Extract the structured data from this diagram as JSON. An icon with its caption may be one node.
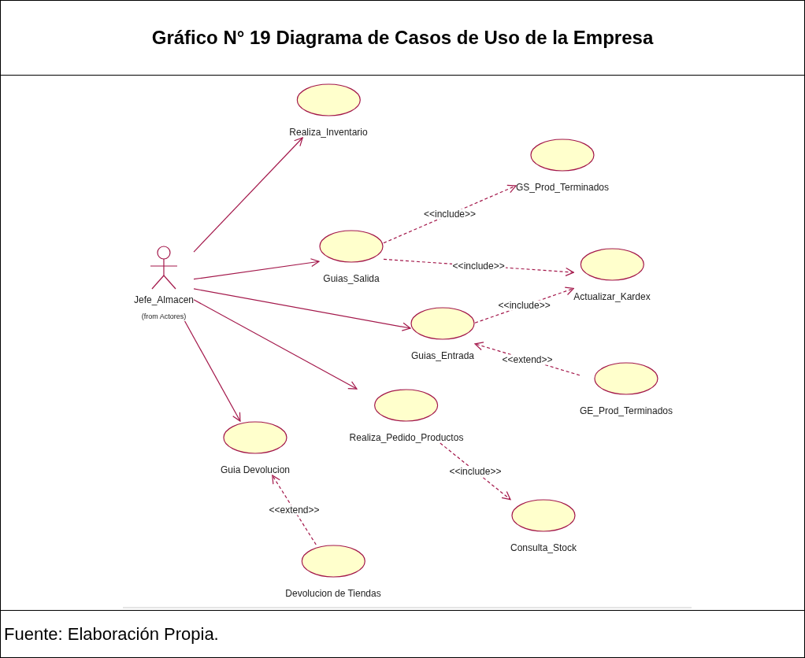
{
  "diagram": {
    "title": "Gráfico N° 19 Diagrama de Casos de Uso de la Empresa",
    "caption": "Fuente: Elaboración Propia.",
    "nodes": [
      {
        "text": [
          "Jefe_Almacen",
          "(from Actores)"
        ]
      },
      {
        "text": [
          "Realiza_Inventario"
        ]
      },
      {
        "text": [
          "GS_Prod_Terminados"
        ]
      },
      {
        "text": [
          "Guias_Salida"
        ]
      },
      {
        "text": [
          "Actualizar_Kardex"
        ]
      },
      {
        "text": [
          "Guias_Entrada"
        ]
      },
      {
        "text": [
          "GE_Prod_Terminados"
        ]
      },
      {
        "text": [
          "Realiza_Pedido_Productos"
        ]
      },
      {
        "text": [
          "Guia Devolucion"
        ]
      },
      {
        "text": [
          "Consulta_Stock"
        ]
      },
      {
        "text": [
          "Devolucion de Tiendas"
        ]
      }
    ],
    "edges": [
      {
        "from": 0,
        "to": 1,
        "arrow": "to"
      },
      {
        "from": 0,
        "to": 3,
        "arrow": "to"
      },
      {
        "from": 0,
        "to": 5,
        "arrow": "to"
      },
      {
        "from": 0,
        "to": 7,
        "arrow": "to"
      },
      {
        "from": 0,
        "to": 8,
        "arrow": "to"
      },
      {
        "from": 3,
        "to": 2,
        "arrow": "to",
        "label": "<<include>>",
        "style": "dashed"
      },
      {
        "from": 3,
        "to": 4,
        "arrow": "to",
        "label": "<<include>>",
        "style": "dashed"
      },
      {
        "from": 5,
        "to": 4,
        "arrow": "to",
        "label": "<<include>>",
        "style": "dashed"
      },
      {
        "from": 6,
        "to": 5,
        "arrow": "to",
        "label": "<<extend>>",
        "style": "dashed"
      },
      {
        "from": 7,
        "to": 9,
        "arrow": "to",
        "label": "<<include>>",
        "style": "dashed"
      },
      {
        "from": 10,
        "to": 8,
        "arrow": "to",
        "label": "<<extend>>",
        "style": "dashed"
      }
    ]
  }
}
